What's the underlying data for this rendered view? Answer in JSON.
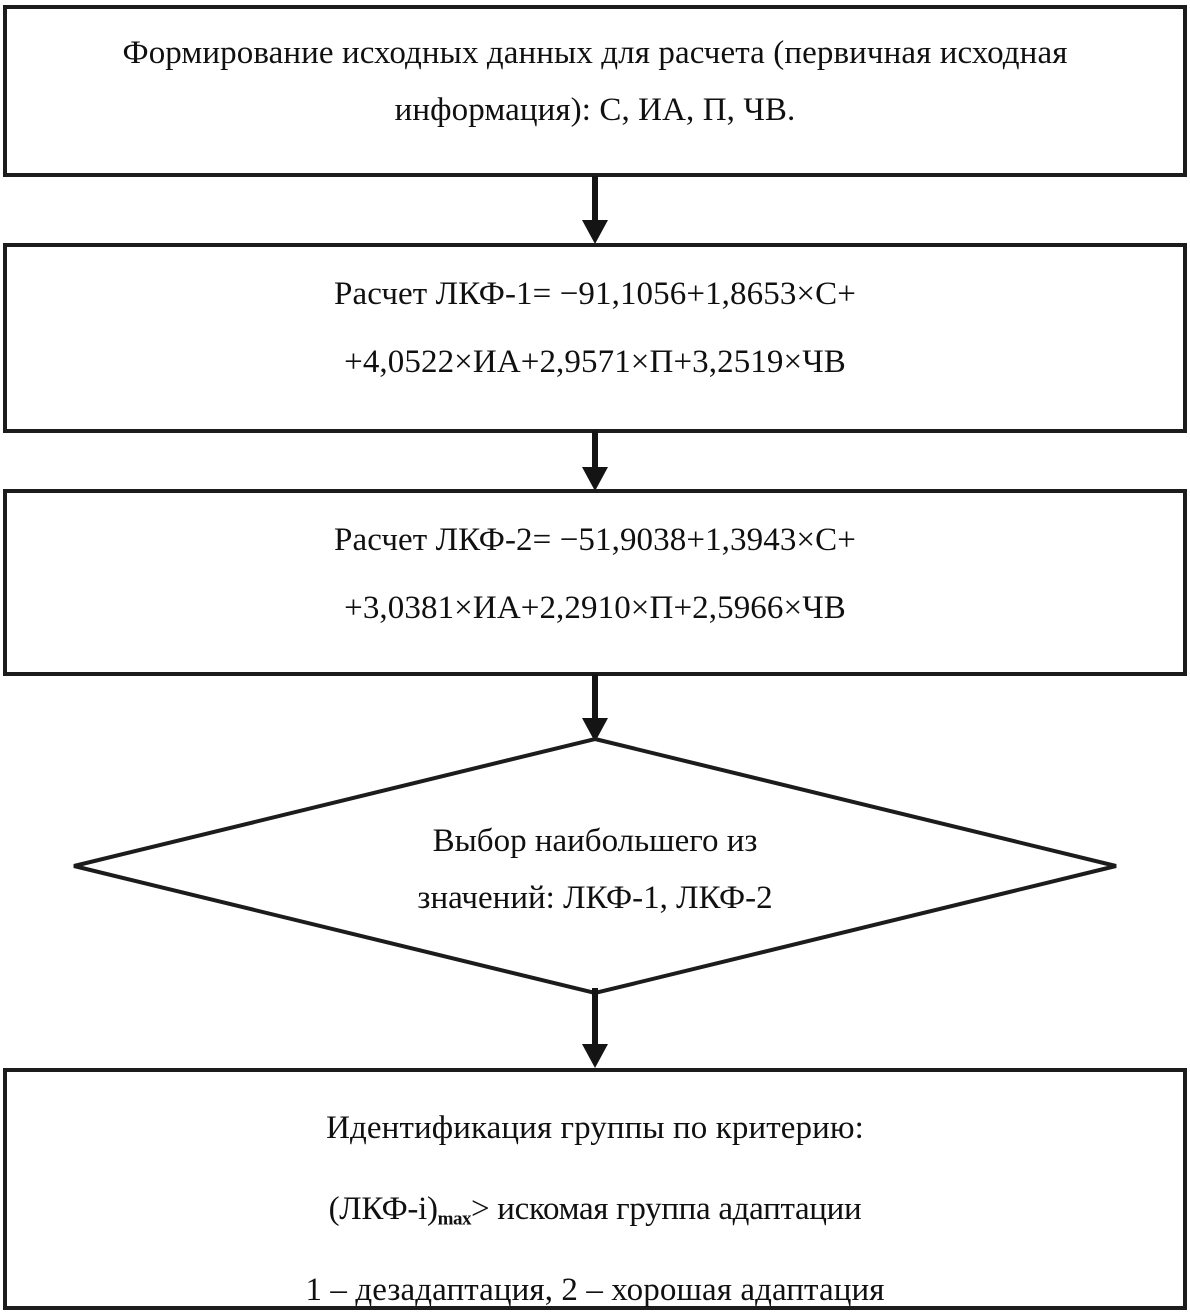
{
  "diagram": {
    "title": "Алгоритм идентификации группы адаптации",
    "type": "flowchart",
    "stroke_color": "#1c1c1c",
    "fill_color": "#ffffff",
    "text_color": "#101010"
  },
  "nodes": {
    "input": {
      "shape": "process",
      "line1": "Формирование исходных данных для расчета (первичная исходная",
      "line2": "информация): С, ИА, П, ЧВ."
    },
    "lkf1": {
      "shape": "process",
      "line1": "Расчет  ЛКФ-1= −91,1056+1,8653×С+",
      "line2": "+4,0522×ИА+2,9571×П+3,2519×ЧВ"
    },
    "lkf2": {
      "shape": "process",
      "line1": "Расчет  ЛКФ-2= −51,9038+1,3943×С+",
      "line2": "+3,0381×ИА+2,2910×П+2,5966×ЧВ"
    },
    "decision": {
      "shape": "decision",
      "line1": "Выбор наибольшего из",
      "line2": "значений: ЛКФ-1, ЛКФ-2"
    },
    "result": {
      "shape": "process",
      "line1": "Идентификация группы по критерию:",
      "line2_prefix": "(ЛКФ-i)",
      "line2_subscript": "max",
      "line2_suffix": ">  искомая группа адаптации",
      "line3": "1 – дезадаптация, 2 – хорошая адаптация"
    }
  },
  "connectors": [
    {
      "name": "input-to-lkf1",
      "from": "input",
      "to": "lkf1",
      "style": "solid-arrow-down"
    },
    {
      "name": "lkf1-to-lkf2",
      "from": "lkf1",
      "to": "lkf2",
      "style": "solid-arrow-down"
    },
    {
      "name": "lkf2-to-decision",
      "from": "lkf2",
      "to": "decision",
      "style": "solid-arrow-down"
    },
    {
      "name": "decision-to-result",
      "from": "decision",
      "to": "result",
      "style": "solid-arrow-down"
    }
  ]
}
